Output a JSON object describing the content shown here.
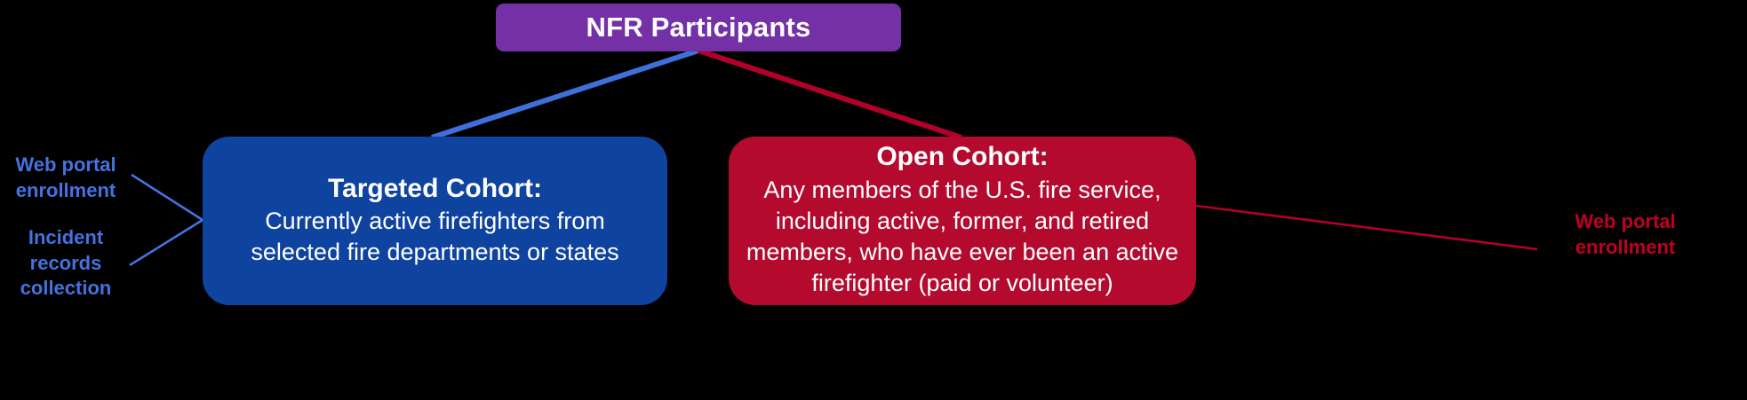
{
  "diagram": {
    "title": "NFR Participants",
    "background_color": "#000000",
    "root": {
      "label": "NFR Participants",
      "color": "#7431A6",
      "text_color": "#FFFFFF"
    },
    "cohorts": [
      {
        "id": "targeted-cohort",
        "heading": "Targeted Cohort:",
        "body": "Currently active firefighters from selected fire departments or states",
        "color": "#0F43A0",
        "text_color": "#FFFFFF",
        "connector_color": "#4472E0"
      },
      {
        "id": "open-cohort",
        "heading": "Open Cohort:",
        "body": "Any members of the U.S. fire service, including active, former, and retired members, who have ever been an active firefighter (paid or volunteer)",
        "color": "#B30A2E",
        "text_color": "#FFFFFF",
        "connector_color": "#A00020"
      }
    ],
    "annotations": [
      {
        "id": "web-portal-enrollment-left",
        "text": "Web portal enrollment",
        "line1": "Web portal",
        "line2": "enrollment",
        "color": "#4472E0",
        "side": "left",
        "target": "targeted-cohort"
      },
      {
        "id": "incident-records-collection",
        "text": "Incident records collection",
        "line1": "Incident",
        "line2": "records",
        "line3": "collection",
        "color": "#4472E0",
        "side": "left",
        "target": "targeted-cohort"
      },
      {
        "id": "web-portal-enrollment-right",
        "text": "Web portal enrollment",
        "line1": "Web portal",
        "line2": "enrollment",
        "color": "#C00020",
        "side": "right",
        "target": "open-cohort"
      }
    ]
  }
}
